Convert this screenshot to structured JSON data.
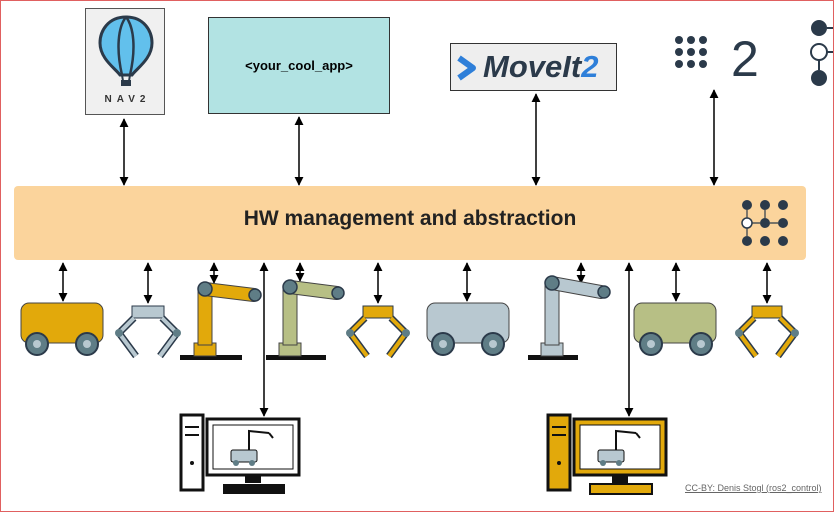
{
  "diagram": {
    "nav2": {
      "label": "NAV2"
    },
    "custom_app": {
      "label": "<your_cool_app>"
    },
    "moveit": {
      "label": "MoveIt",
      "suffix": "2"
    },
    "ros2": {
      "label": "2"
    },
    "hw_layer": {
      "title": "HW management and abstraction"
    },
    "credit": "CC-BY: Denis Stogl (ros2_control)"
  },
  "colors": {
    "band": "#fbd49c",
    "app_box": "#b2e3e3",
    "mustard": "#e2a90b",
    "olive": "#b7bf85",
    "steel": "#b8c8d0",
    "navy": "#2b3a4a"
  }
}
